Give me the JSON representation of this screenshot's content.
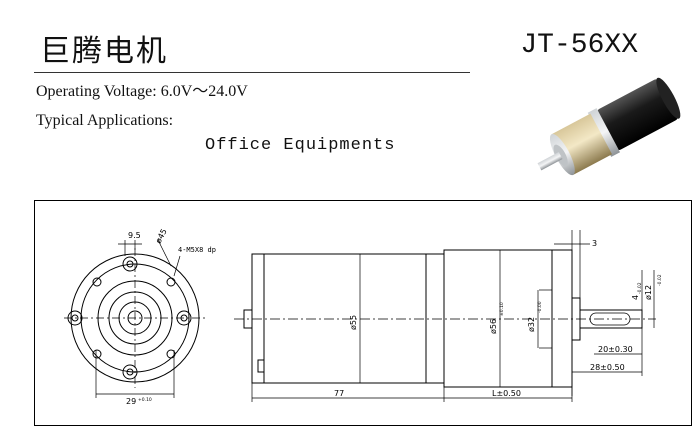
{
  "header": {
    "brand": "巨腾电机",
    "model": "JT-56XX"
  },
  "specs": {
    "voltage": "Operating  Voltage: 6.0V～24.0V",
    "applications_label": "Typical Applications:",
    "applications_value": "Office Equipments"
  },
  "drawing": {
    "dim_95": "9.5",
    "dim_45": "ø45",
    "dim_thread": "4-M5X8 dp",
    "dim_29": "29",
    "dim_29_tol": "+0.10",
    "dim_55": "ø55",
    "dim_56": "ø56",
    "dim_56_tol": "±0.10",
    "dim_32": "ø32",
    "dim_32_tol": "-0.00",
    "dim_3": "3",
    "dim_4": "4",
    "dim_4_tol": "-0.02",
    "dim_12": "ø12",
    "dim_12_tol": "-0.02",
    "dim_20": "20±0.30",
    "dim_28": "28±0.50",
    "dim_77": "77",
    "dim_L": "L±0.50"
  }
}
